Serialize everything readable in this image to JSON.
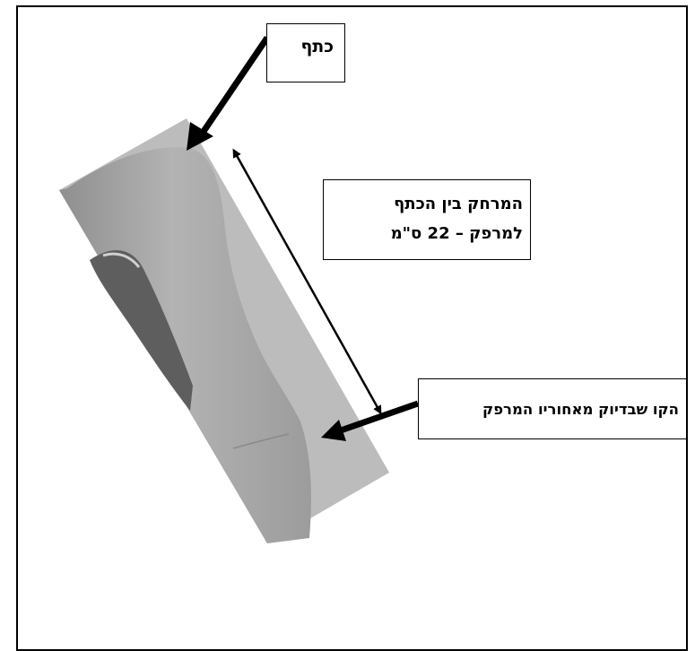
{
  "labels": {
    "shoulder": "כתף",
    "distance_line1": "המרחק בין הכתף",
    "distance_line2": "למרפק – 22 ס\"מ",
    "elbow_crease": "הקו שבדיוק מאחוריו המרפק"
  },
  "colors": {
    "frame": "#000000",
    "photo_background": "#bdbdbd",
    "arm": "#a9a9a9",
    "arrow": "#000000"
  }
}
